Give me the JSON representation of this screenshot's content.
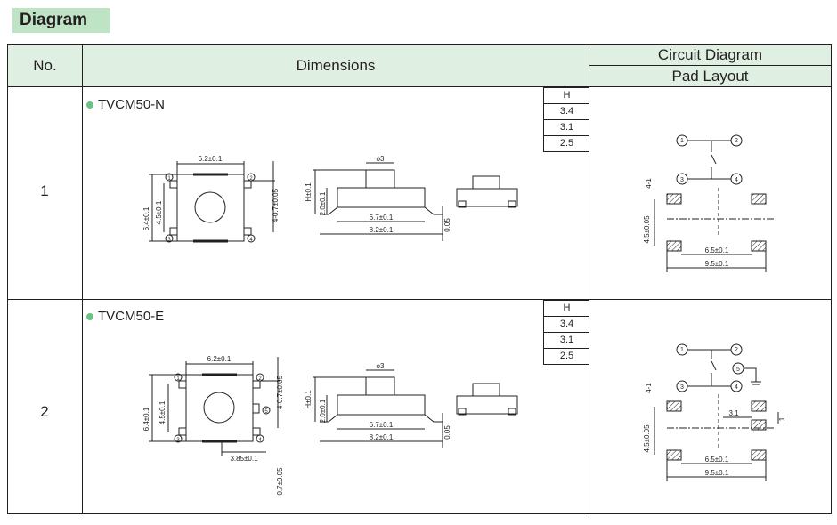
{
  "section_label": "Diagram",
  "headers": {
    "no": "No.",
    "dimensions": "Dimensions",
    "circuit": "Circuit Diagram",
    "pad": "Pad Layout"
  },
  "rows": [
    {
      "no": "1",
      "model": "TVCM50-N",
      "h_table": {
        "header": "H",
        "values": [
          "3.4",
          "3.1",
          "2.5"
        ]
      },
      "top_dims": {
        "w": "6.2±0.1",
        "h": "6.4±0.1",
        "inner": "4.5±0.1",
        "lead": "4-0.7±0.05"
      },
      "side_dims": {
        "dia": "ϕ3",
        "hgt": "H±0.1",
        "body": "2.0±0.1",
        "w1": "6.7±0.1",
        "w2": "8.2±0.1",
        "t": "0.05"
      },
      "pins": [
        "1",
        "2",
        "3",
        "4"
      ],
      "pad_dims": {
        "slot": "4-1",
        "pitch": "4.5±0.05",
        "a": "6.5±0.1",
        "b": "9.5±0.1"
      }
    },
    {
      "no": "2",
      "model": "TVCM50-E",
      "h_table": {
        "header": "H",
        "values": [
          "3.4",
          "3.1",
          "2.5"
        ]
      },
      "top_dims": {
        "w": "6.2±0.1",
        "h": "6.4±0.1",
        "inner": "4.5±0.1",
        "lead": "4-0.7±0.05",
        "lead5": "0.7±0.05",
        "off": "3.85±0.1"
      },
      "side_dims": {
        "dia": "ϕ3",
        "hgt": "H±0.1",
        "body": "2.0±0.1",
        "w1": "6.7±0.1",
        "w2": "8.2±0.1",
        "t": "0.05"
      },
      "pins": [
        "1",
        "2",
        "3",
        "4",
        "5"
      ],
      "pad_dims": {
        "slot": "4-1",
        "pitch": "4.5±0.05",
        "a": "6.5±0.1",
        "b": "9.5±0.1",
        "c": "3.1",
        "d": "1"
      }
    }
  ]
}
